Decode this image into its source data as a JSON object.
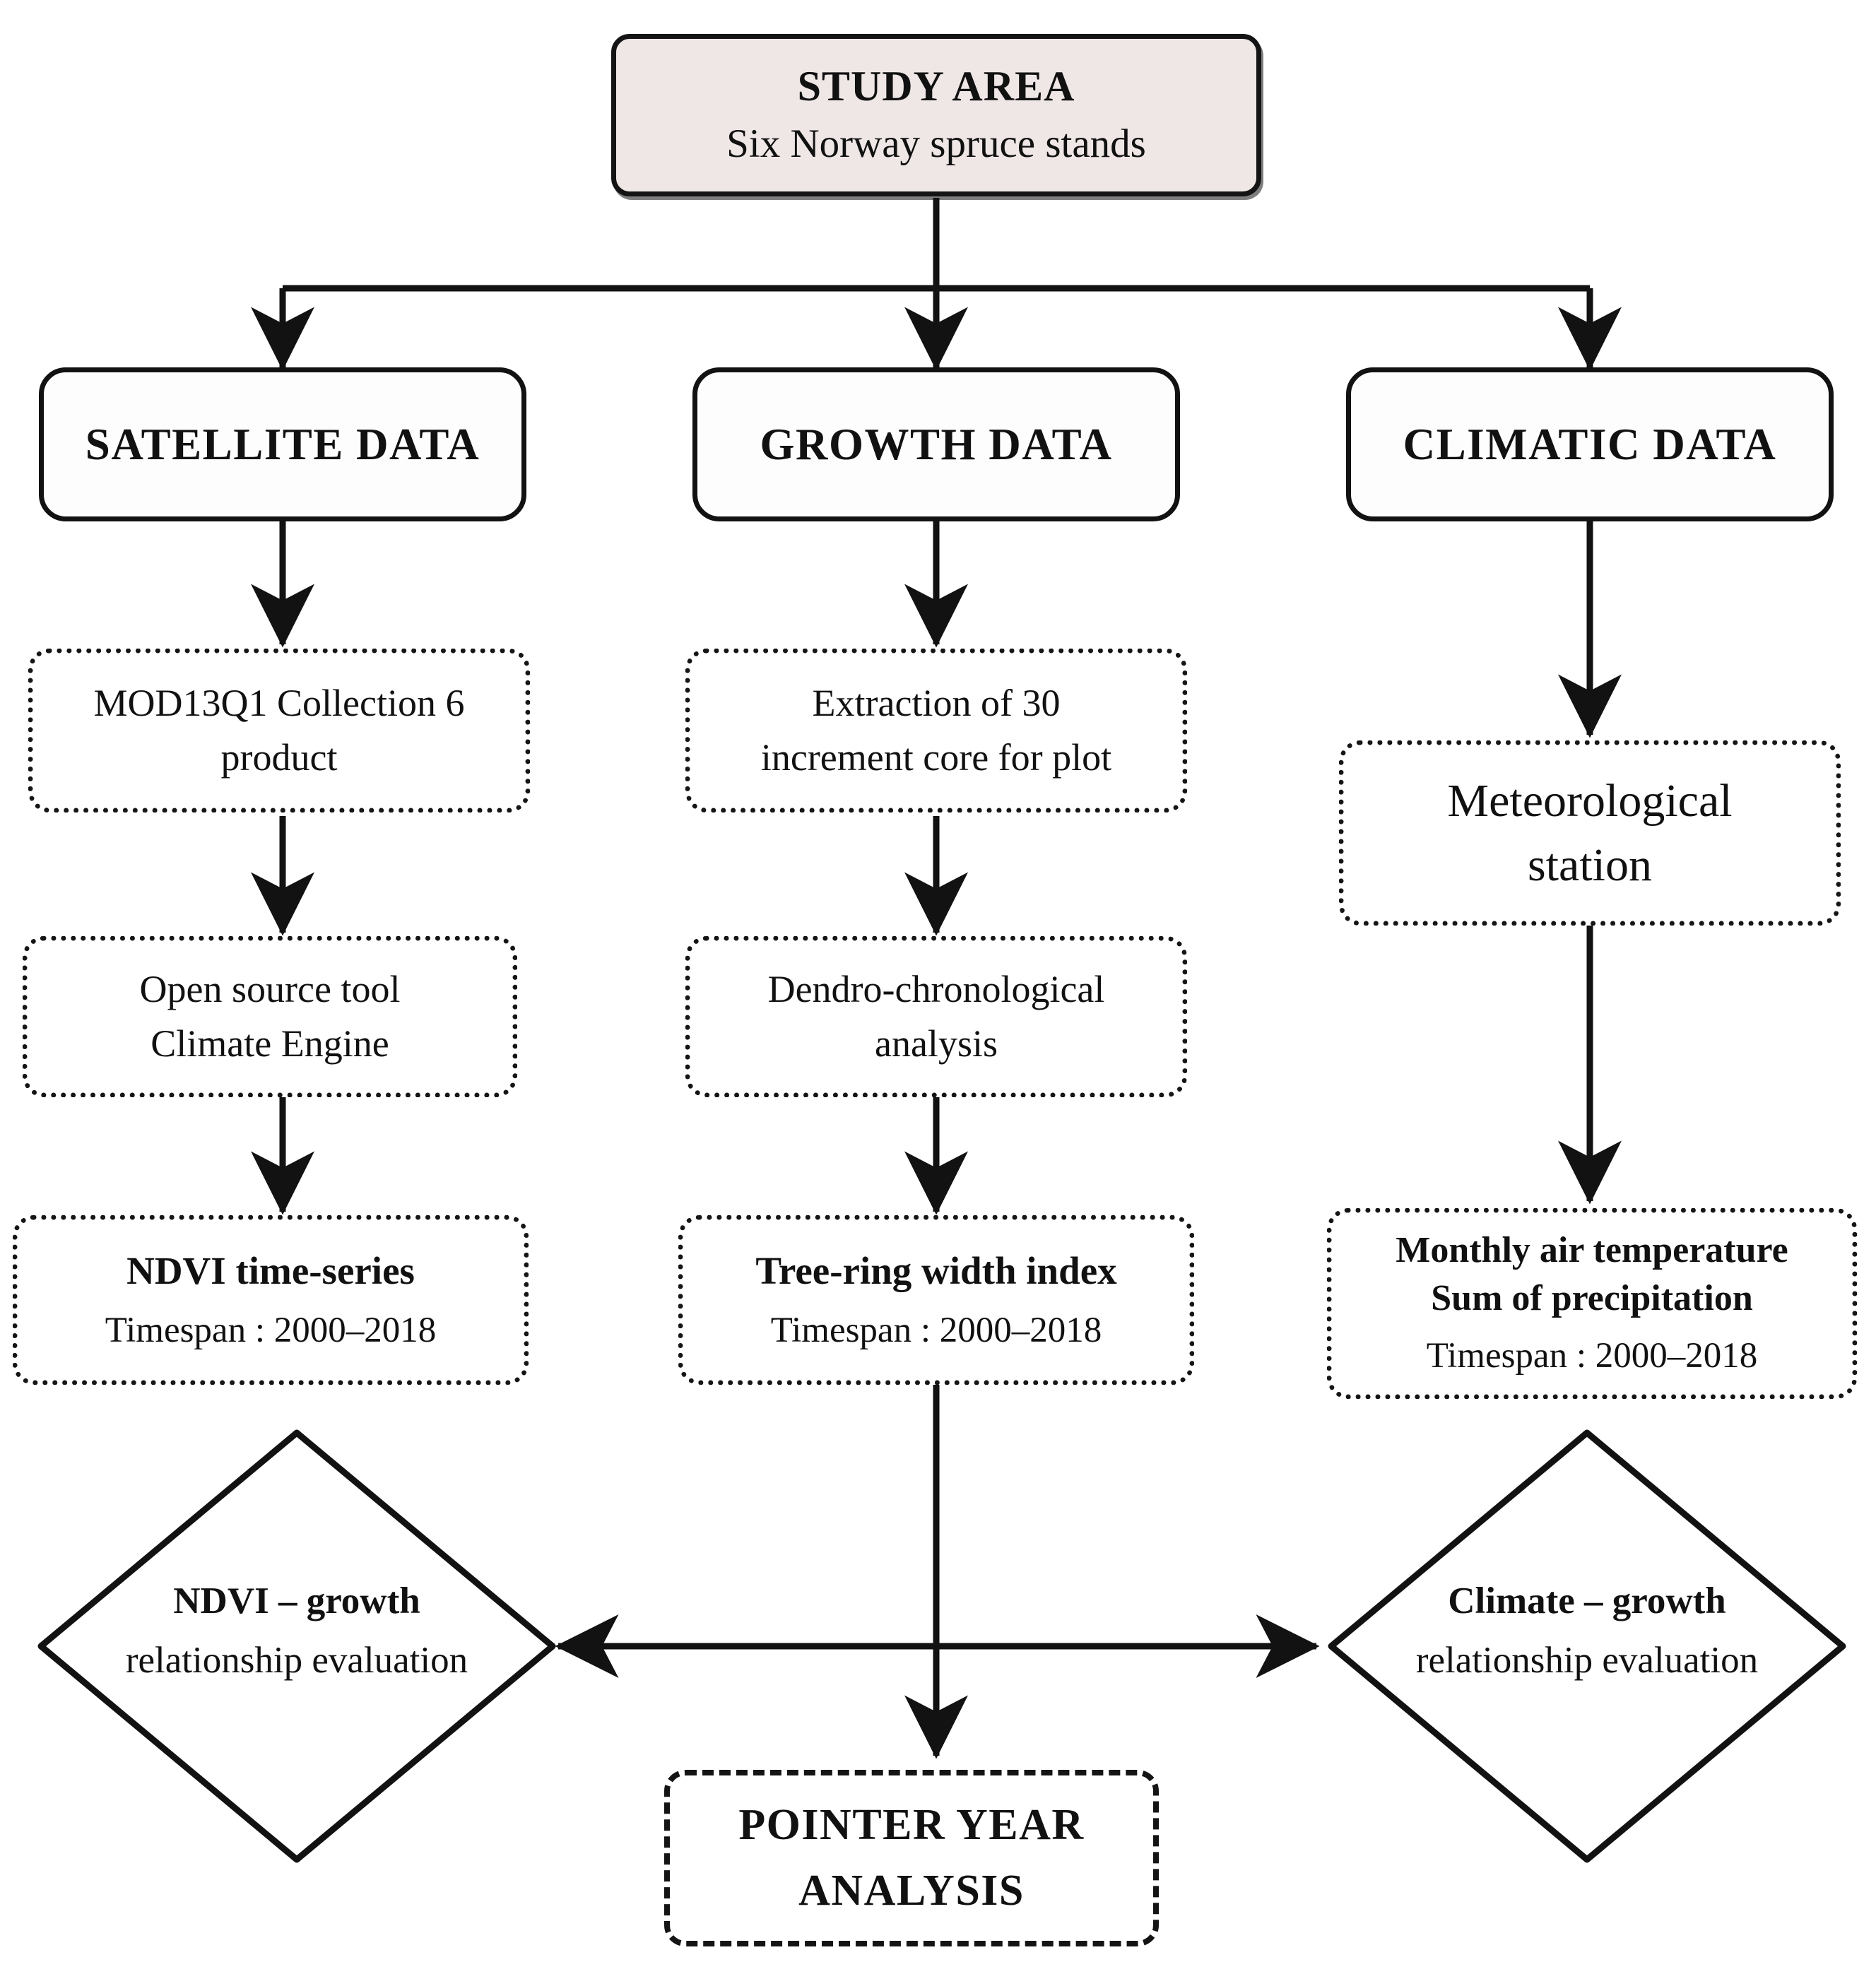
{
  "diagram": {
    "title": "Study workflow flowchart",
    "colors": {
      "study_area_fill": "#efe7e6",
      "stroke": "#121212",
      "background": "#ffffff"
    }
  },
  "study_area": {
    "title": "STUDY AREA",
    "subtitle": "Six Norway spruce stands"
  },
  "columns": [
    {
      "id": "satellite",
      "header": "SATELLITE DATA",
      "steps": [
        {
          "id": "mod13q1",
          "line1": "MOD13Q1 Collection 6",
          "line2": "product",
          "style": "dotted"
        },
        {
          "id": "climate-engine",
          "line1": "Open source tool",
          "line2": "Climate Engine",
          "style": "dotted"
        }
      ],
      "result": {
        "id": "ndvi-time-series",
        "title": "NDVI time-series",
        "note": "Timespan : 2000–2018",
        "style": "dotted"
      }
    },
    {
      "id": "growth",
      "header": "GROWTH DATA",
      "steps": [
        {
          "id": "increment-core",
          "line1": "Extraction of  30",
          "line2": "increment core for plot",
          "style": "dotted"
        },
        {
          "id": "dendro-analysis",
          "line1": "Dendro-chronological",
          "line2": "analysis",
          "style": "dotted"
        }
      ],
      "result": {
        "id": "tree-ring-width-index",
        "title": "Tree-ring width index",
        "note": "Timespan : 2000–2018",
        "style": "dotted"
      }
    },
    {
      "id": "climatic",
      "header": "CLIMATIC DATA",
      "steps": [
        {
          "id": "met-station",
          "line1": "Meteorological",
          "line2": "station",
          "style": "dotted"
        }
      ],
      "result": {
        "id": "climate-variables",
        "title": "Monthly air temperature",
        "title2": "Sum of precipitation",
        "note": "Timespan : 2000–2018",
        "style": "dotted"
      }
    }
  ],
  "evaluations": [
    {
      "id": "ndvi-growth",
      "line1": "NDVI – growth",
      "line2": "relationship evaluation",
      "shape": "diamond"
    },
    {
      "id": "climate-growth",
      "line1": "Climate – growth",
      "line2": "relationship evaluation",
      "shape": "diamond"
    }
  ],
  "final_output": {
    "id": "pointer-year-analysis",
    "line1": "POINTER YEAR",
    "line2": "ANALYSIS",
    "style": "dashed"
  }
}
